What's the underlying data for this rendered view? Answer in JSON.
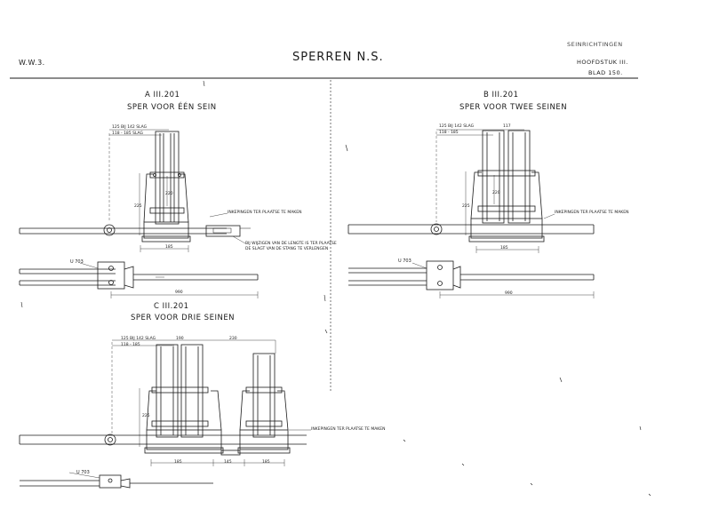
{
  "header": {
    "left_code": "W.W.3.",
    "title": "SPERREN N.S.",
    "right_top": "SEINRICHTINGEN",
    "right_chapter": "HOOFDSTUK III.",
    "right_sheet": "BLAD 150."
  },
  "drawings": {
    "a": {
      "code": "A III.201",
      "caption": "SPER VOOR ÉÉN SEIN",
      "note_1": "INKEPINGEN TER PLAATSE TE MAKEN",
      "note_2": "BIJ WIJZIGEN VAN DE LENGTE IS TER PLAATSE",
      "note_3": "DE SLAGT VAN DE STANG TE VERLENGEN",
      "dims": {
        "d_top": "125 BIJ 142 SLAG",
        "d_top2": "118 - 185 SLAG",
        "d_h": "225",
        "d_w": "185",
        "d_inner": "220",
        "d_len": "990"
      },
      "ref": "U 703"
    },
    "b": {
      "code": "B III.201",
      "caption": "SPER VOOR TWEE SEINEN",
      "note_1": "INKEPINGEN TER PLAATSE TE MAKEN",
      "dims": {
        "d_top": "125 BIJ 142 SLAG",
        "d_top2": "118 - 185",
        "d_top3": "117",
        "d_h": "225",
        "d_w": "185",
        "d_inner": "220",
        "d_len": "990"
      },
      "ref": "U 703"
    },
    "c": {
      "code": "C III.201",
      "caption": "SPER VOOR DRIE SEINEN",
      "note_1": "INKEPINGEN TER PLAATSE TE MAKEN",
      "dims": {
        "d_top": "125 BIJ 142 SLAG",
        "d_top2": "118 - 185",
        "d_mid": "190",
        "d_right": "230",
        "d_h": "225",
        "d_w1": "185",
        "d_w2": "145",
        "d_w3": "185"
      },
      "ref": "U 703"
    }
  }
}
